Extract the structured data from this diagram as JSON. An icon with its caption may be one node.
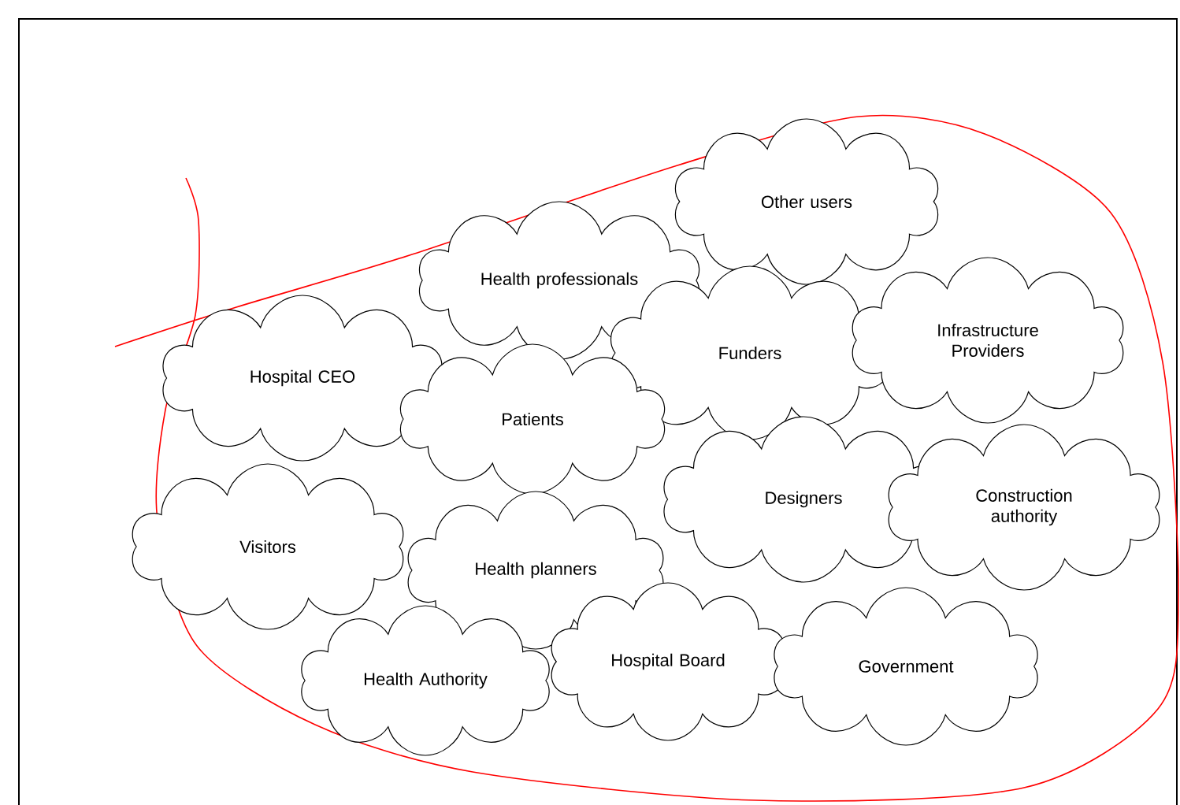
{
  "diagram": {
    "nodes": [
      {
        "text": [
          "Other users"
        ]
      },
      {
        "text": [
          "Health professionals"
        ]
      },
      {
        "text": [
          "Hospital CEO"
        ]
      },
      {
        "text": [
          "Funders"
        ]
      },
      {
        "text": [
          "Infrastructure Providers"
        ]
      },
      {
        "text": [
          "Patients"
        ]
      },
      {
        "text": [
          "Designers"
        ]
      },
      {
        "text": [
          "Construction authority"
        ]
      },
      {
        "text": [
          "Visitors"
        ]
      },
      {
        "text": [
          "Health planners"
        ]
      },
      {
        "text": [
          "Health Authority"
        ]
      },
      {
        "text": [
          "Hospital Board"
        ]
      },
      {
        "text": [
          "Government"
        ]
      }
    ]
  }
}
